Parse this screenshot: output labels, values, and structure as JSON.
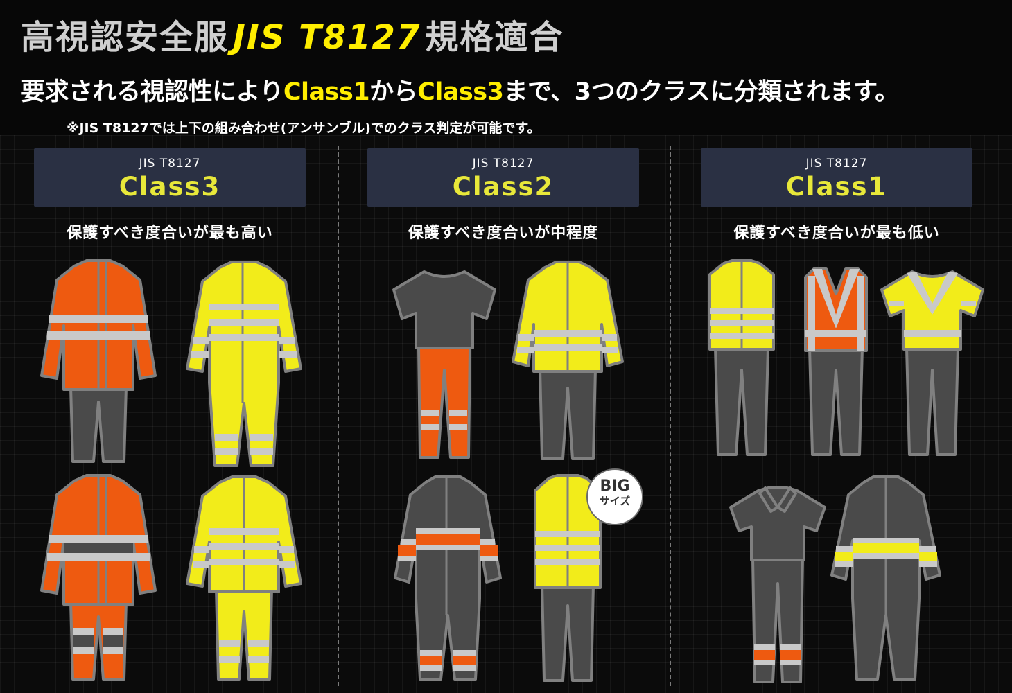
{
  "header": {
    "title_pre": "高視認安全服",
    "title_highlight": "JIS T8127",
    "title_post": "規格適合",
    "subtitle_part1": "要求される視認性により",
    "subtitle_class_a": "Class1",
    "subtitle_part2": "から",
    "subtitle_class_b": "Class3",
    "subtitle_part3": "まで、3つのクラスに分類されます。",
    "note": "※JIS T8127では上下の組み合わせ(アンサンブル)でのクラス判定が可能です。"
  },
  "classes": [
    {
      "standard": "JIS T8127",
      "name": "Class3",
      "description": "保護すべき度合いが最も高い"
    },
    {
      "standard": "JIS T8127",
      "name": "Class2",
      "description": "保護すべき度合いが中程度"
    },
    {
      "standard": "JIS T8127",
      "name": "Class1",
      "description": "保護すべき度合いが最も低い"
    }
  ],
  "badge": {
    "line1": "BIG",
    "line2": "サイズ"
  },
  "colors": {
    "highlight_yellow": "#ffee00",
    "class_label_yellow": "#e8e83a",
    "class_box_bg": "#2a3043",
    "safety_orange": "#ee5a10",
    "safety_yellow": "#f2ec1a",
    "garment_gray": "#4a4a4a",
    "reflective_stripe": "#c9c9c9",
    "outline_gray": "#808080"
  }
}
